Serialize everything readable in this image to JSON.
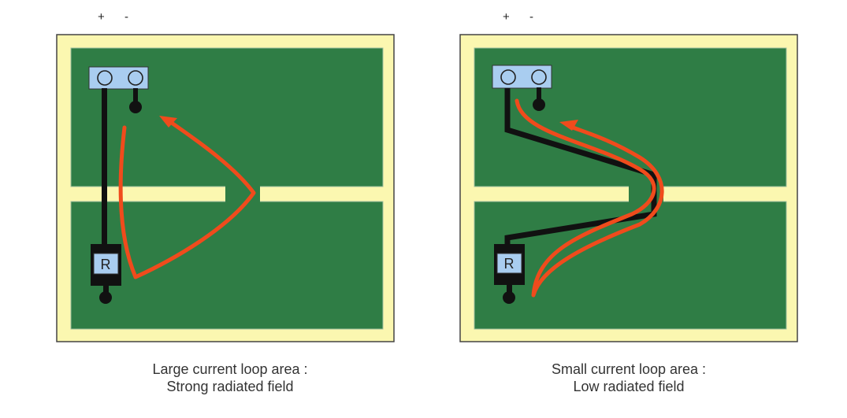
{
  "colors": {
    "board_frame": "#fbf7b0",
    "copper": "#2f7d45",
    "trace": "#111111",
    "connector": "#a9cdf0",
    "current_arrow": "#f04b1c"
  },
  "left": {
    "polarity_plus": "+",
    "polarity_minus": "-",
    "resistor_label": "R",
    "caption_line1": "Large current loop area :",
    "caption_line2": "Strong radiated field"
  },
  "right": {
    "polarity_plus": "+",
    "polarity_minus": "-",
    "resistor_label": "R",
    "caption_line1": "Small current loop area :",
    "caption_line2": "Low radiated field"
  }
}
